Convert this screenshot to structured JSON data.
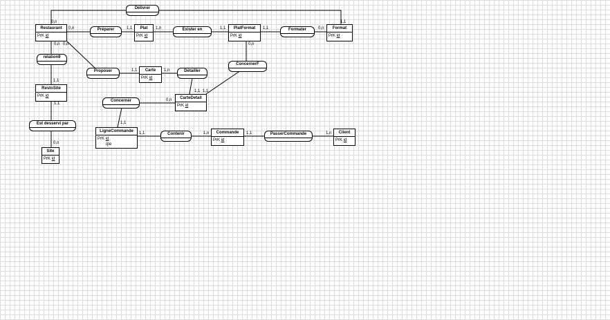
{
  "entities": {
    "restaurant": {
      "name": "Restaurant",
      "pk_prefix": "PrK",
      "pk": "id"
    },
    "plat": {
      "name": "Plat",
      "pk_prefix": "PrK",
      "pk": "id"
    },
    "platformat": {
      "name": "PlatFormat",
      "pk_prefix": "PrK",
      "pk": "id"
    },
    "format": {
      "name": "Format",
      "pk_prefix": "PrK",
      "pk": "id"
    },
    "carte": {
      "name": "Carte",
      "pk_prefix": "PrK",
      "pk": "id"
    },
    "restosite": {
      "name": "RestoSite",
      "pk_prefix": "PrK",
      "pk": "id"
    },
    "cartedetail": {
      "name": "CarteDetail",
      "pk_prefix": "PrK",
      "pk": "id"
    },
    "lignecommande": {
      "name": "LigneCommande",
      "pk_prefix": "PrK",
      "pk": "id",
      "extra": "qte"
    },
    "commande": {
      "name": "Commande",
      "pk_prefix": "PrK",
      "pk": "id"
    },
    "client": {
      "name": "Client",
      "pk_prefix": "PrK",
      "pk": "id"
    },
    "site": {
      "name": "Site",
      "pk_prefix": "PrK",
      "pk": "id"
    }
  },
  "associations": {
    "delivrer": "Délivrer",
    "preparer": "Préparer",
    "exister_en": "Exister en",
    "formater": "Formater",
    "relation9": "relation9",
    "proposer": "Proposer",
    "detailler": "Détailler",
    "concernerf": "ConcernerF",
    "concerner": "Concerner",
    "est_desservi_par": "Est desservi par",
    "contenir": "Contenir",
    "passercommande": "PasserCommande"
  },
  "cardinalities": {
    "delivrer_restaurant": "0,n",
    "delivrer_format": "1,1",
    "preparer_restaurant": "0,n",
    "preparer_plat": "1,1",
    "exister_plat": "1,n",
    "exister_platformat": "1,1",
    "formater_platformat": "1,1",
    "formater_format": "0,n",
    "relation9_restaurant": "0,n",
    "proposer_restaurant": "0,n",
    "relation9_restosite": "1,1",
    "proposer_carte": "1,1",
    "detailler_carte": "1,n",
    "platformat_concernerf": "0,n",
    "cartedetail_detailler": "1,1",
    "cartedetail_concernerf": "1,1",
    "concerner_cartedetail": "0,n",
    "restosite_estdesservi": "1,1",
    "site_estdesservi": "0,n",
    "lignecommande_concerner": "1,1",
    "lignecommande_contenir": "1,1",
    "commande_contenir": "1,n",
    "commande_passer": "1,1",
    "client_passer": "1,n"
  }
}
